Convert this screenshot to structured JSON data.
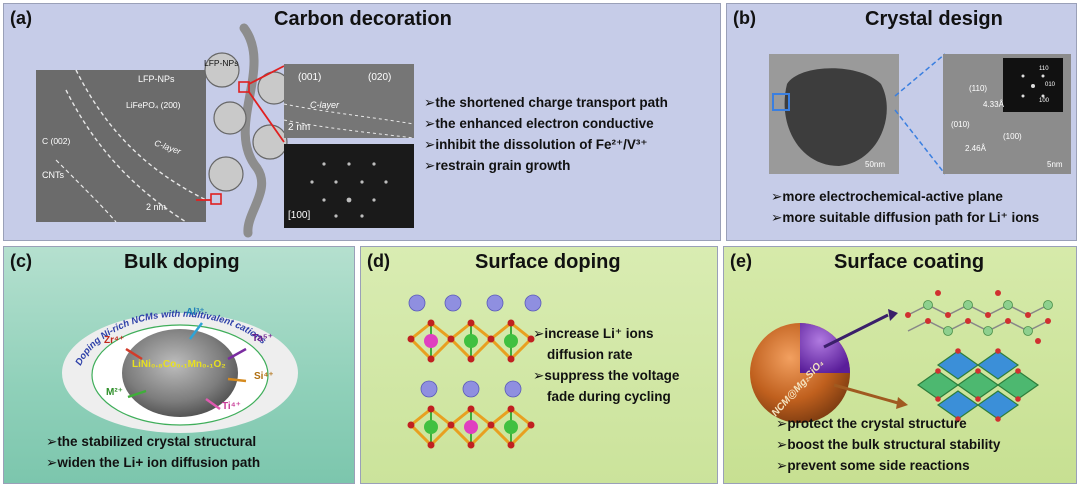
{
  "panels": {
    "a": {
      "label": "(a)",
      "title": "Carbon decoration",
      "bullets": [
        "the shortened charge transport path",
        "the enhanced electron conductive",
        "inhibit the dissolution of Fe²⁺/V³⁺",
        "restrain grain growth"
      ],
      "tem_left_labels": {
        "lfp_nps": "LFP-NPs",
        "lifepo4": "LiFePO₄ (200)",
        "c002": "C (002)",
        "c_layer": "C-layer",
        "cnts": "CNTs",
        "scale": "2 nm"
      },
      "schematic_label": "LFP-NPs",
      "tem_right_labels": {
        "plane_001": "(001)",
        "plane_020": "(020)",
        "c_layer": "C-layer",
        "scale": "2 nm"
      },
      "fft_label": "[100]"
    },
    "b": {
      "label": "(b)",
      "title": "Crystal design",
      "bullets": [
        "more electrochemical-active plane",
        "more suitable diffusion path for Li⁺ ions"
      ],
      "tem_labels": {
        "scale_left": "50nm",
        "plane_110": "(110)",
        "d_433": "4.33Å",
        "plane_010": "(010)",
        "plane_100": "(100)",
        "d_246": "2.46Å",
        "scale_right": "5nm"
      },
      "inset_labels": [
        "110",
        "010",
        "100"
      ]
    },
    "c": {
      "label": "(c)",
      "title": "Bulk doping",
      "arc_text": "Doping Ni-rich NCMs with multivalent cations",
      "formula": "LiNi₀.₈Co₀.₁Mn₀.₁O₂",
      "cations": {
        "al": "Al³⁺",
        "zr": "Zr⁴⁺",
        "ta": "Ta⁵⁺",
        "si": "Si⁴⁺",
        "ti": "Ti⁴⁺",
        "m": "M²⁺"
      },
      "bullets": [
        "the stabilized crystal structural",
        "widen the Li+ ion diffusion path"
      ]
    },
    "d": {
      "label": "(d)",
      "title": "Surface doping",
      "bullets": [
        "increase Li⁺ ions",
        "diffusion rate",
        "suppress the voltage",
        "fade during cycling"
      ]
    },
    "e": {
      "label": "(e)",
      "title": "Surface coating",
      "sphere_text": "NCM@Mg₂SiO₄",
      "bullets": [
        "protect the crystal structure",
        "boost the bulk structural stability",
        "prevent some side reactions"
      ]
    }
  },
  "colors": {
    "top_panel_bg": "#c6cce8",
    "panel_c_bg": "#8fd0b9",
    "panel_d_bg": "#cbe39b",
    "panel_e_bg": "#c7e092",
    "red_marker": "#e02020",
    "arc_text": "#2c3fa8",
    "formula": "#e8e020"
  }
}
